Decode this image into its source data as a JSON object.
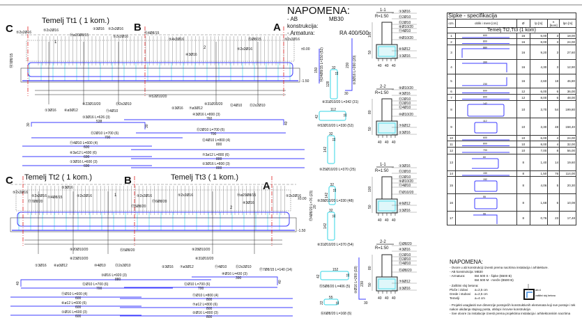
{
  "colors": {
    "rebar": "#3b3bff",
    "stirrup": "#33d6e6",
    "axis": "#e02020",
    "line": "#222222",
    "tie": "#e060e0"
  },
  "napomena_top": {
    "title": "NAPOMENA:",
    "rows": [
      {
        "k": "- AB konstrukcija:",
        "v": "MB30"
      },
      {
        "k": "- Armatura:",
        "v": "RA 400/500"
      }
    ]
  },
  "panel1": {
    "title": "Temelj Tt1 ( 1 kom.)",
    "axes": [
      "C",
      "B",
      "A"
    ],
    "elev_top": "±0.00",
    "elev_bot": "-1.50",
    "labels": [
      "⑤2x2Ø16",
      "⑤2x2Ø16",
      "⑭ø20Ø8/15",
      "③3Ø16",
      "⑤2x2Ø16",
      "⑤2x2Ø16",
      "⑮4Ø8/15",
      "⑤4x2Ø16",
      "④3Ø16",
      "⑤2x2Ø16",
      "⑮Ø8/15",
      "⑤2x2Ø16",
      "⑭7Ø8/15",
      "⑩52Ø10/20",
      "⑧22Ø10/20",
      "⑨31Ø10/20",
      "①3Ø16",
      "⑥ø3Ø12",
      "⑪4Ø10",
      "⑬2x2Ø10",
      "②3Ø16",
      "⑦ø3Ø12",
      "⑫4Ø10",
      "⑬2x2Ø10"
    ],
    "bars": [
      {
        "label": "③3Ø16 L=626 (3)",
        "dim": "538"
      },
      {
        "label": "④3Ø16 L=800 (3)",
        "dim": "760"
      },
      {
        "label": "⑬2Ø10 L=700 (6)",
        "dim": "700"
      },
      {
        "label": "⑬2Ø10 L=700 (6)",
        "dim": "700"
      },
      {
        "label": "⑪4Ø10 L=600 (4)",
        "dim": "600"
      },
      {
        "label": "⑫4Ø10 L=800 (4)",
        "dim": "800"
      },
      {
        "label": "⑥3ø12 L=600 (6)",
        "dim": "600"
      },
      {
        "label": "⑦3ø12 L=800 (6)",
        "dim": "800"
      },
      {
        "label": "①3Ø16 L=600 (3)",
        "dim": "600"
      },
      {
        "label": "②3Ø16 L=800 (3)",
        "dim": "800"
      }
    ],
    "hooks": [
      "30",
      "30",
      "40"
    ],
    "cuts": [
      "1",
      "2"
    ]
  },
  "panel2": {
    "title_left": "Temelj Tt2 ( 1 kom.)",
    "title_right": "Temelj Tt3 ( 1 kom.)",
    "axes": [
      "C",
      "B",
      "A"
    ],
    "elev_top": "±0.00",
    "elev_bot": "-1.50",
    "labels": [
      "⑤2x2Ø16",
      "⑤2x2Ø16",
      "③3Ø16",
      "⑭4Ø8/15",
      "⑰7Ø8/20",
      "⑤2x2Ø16",
      "⑤2x2Ø16",
      "⑰5Ø8/20",
      "⑰6Ø8/20",
      "⑤2x2Ø16",
      "⑭ø29Ø8/15",
      "④3Ø16",
      "⑤2x2Ø16",
      "⑨20Ø10/20",
      "⑮5Ø8/20",
      "⑨28Ø10/20",
      "⑧23Ø10/20",
      "⑧31Ø10/20",
      "①3Ø16",
      "⑥ø3Ø12",
      "⑩4Ø10",
      "⑬2x2Ø10",
      "②3Ø16",
      "⑦ø3Ø12",
      "⑪4Ø10",
      "⑬2x2Ø10",
      "⑰7Ø8/15 L=140 (14)"
    ],
    "bars": [
      {
        "label": "③Ø16 L=920 (3)",
        "dim": "880"
      },
      {
        "label": "④Ø16 L=430 (3)",
        "dim": "390"
      },
      {
        "label": "⑫Ø10 L=700 (6)",
        "dim": "700"
      },
      {
        "label": "⑫Ø10 L=700 (6)",
        "dim": "700"
      },
      {
        "label": "⑪Ø10 L=600 (4)",
        "dim": "600"
      },
      {
        "label": "⑪Ø10 L=800 (4)",
        "dim": "800"
      },
      {
        "label": "⑥ø12 L=600 (6)",
        "dim": "600"
      },
      {
        "label": "⑦ø12 L=800 (6)",
        "dim": "800"
      },
      {
        "label": "①Ø16 L=600 (3)",
        "dim": "600"
      },
      {
        "label": "②Ø16 L=800 (3)",
        "dim": "800"
      }
    ],
    "hooks": [
      "40",
      "40"
    ],
    "cuts": [
      "1",
      "2"
    ]
  },
  "details": {
    "vert_bars": [
      {
        "label": "⑭24Ø8/15 L=150 (52)",
        "dim": "150"
      },
      {
        "label": "⑤3Ø16 L=260 (20)",
        "dim": "230",
        "foot": "30"
      },
      {
        "label": "⑰4Ø8/20 L=76 (23)",
        "dim": "20"
      },
      {
        "label": "⑤Ø16 L=260 (18)",
        "dim": "230",
        "foot": "30"
      }
    ],
    "stirrups": [
      {
        "label": "⑧31Ø10/20 L=342 (31)",
        "w": "32",
        "h": "128",
        "hook": "11"
      },
      {
        "label": "⑩52Ø10/20 L=330 (52)",
        "w": "112",
        "h": "42",
        "hook": "11"
      },
      {
        "label": "⑨25Ø10/20 L=370 (25)",
        "w": "32",
        "h": "142",
        "hook": "11"
      },
      {
        "label": "⑨28Ø10/20 L=330 (48)",
        "w": "32",
        "h": "142",
        "hook": "11"
      },
      {
        "label": "⑧31Ø10/20 L=370 (54)",
        "w": "32",
        "h": "142",
        "hook": "11"
      },
      {
        "label": "⑮5Ø8/20 L=406 (5)",
        "w": "152",
        "h": "42",
        "hook": "11"
      },
      {
        "label": "⑯6Ø8/20 L=168 (6)",
        "w": "55",
        "h": "22",
        "hook": "11"
      }
    ]
  },
  "sections": [
    {
      "name": "1-1",
      "scale": "R=1:50",
      "labels": [
        "③3Ø16",
        "⑬2Ø10",
        "⑬2Ø10",
        "⑧Ø10/20",
        "⑪4Ø10",
        "⑩Ø10/20",
        "⑥6Ø12",
        "①3Ø16"
      ],
      "dims": [
        "40",
        "40",
        "40"
      ],
      "heights": [
        "100",
        "50"
      ]
    },
    {
      "name": "2-2",
      "scale": "R=1:50",
      "labels": [
        "⑨Ø10/20",
        "④3Ø16",
        "⑬2Ø10",
        "⑬2Ø10",
        "⑫4Ø10",
        "⑩Ø10/20",
        "⑦6Ø12",
        "②3Ø16"
      ],
      "dims": [
        "40",
        "40",
        "40"
      ],
      "heights": [
        "80",
        "50"
      ]
    },
    {
      "name": "1-1",
      "scale": "R=1:50",
      "labels": [
        "③3Ø16",
        "⑬2Ø10",
        "⑬2Ø10",
        "⑨Ø10/20",
        "⑪4Ø10",
        "⑰Ø10/20",
        "⑥6Ø12",
        "①3Ø16"
      ],
      "dims": [
        "40",
        "40",
        "40"
      ],
      "heights": [
        "100",
        "50"
      ]
    },
    {
      "name": "2-2",
      "scale": "R=1:50",
      "labels": [
        "⑫Ø8/20",
        "④3Ø16",
        "⑬2Ø10",
        "⑬2Ø10",
        "⑪4Ø10",
        "⑮Ø8/20",
        "⑦6Ø12",
        "②3Ø16"
      ],
      "dims": [
        "40",
        "40",
        "40"
      ],
      "heights": [
        "80",
        "50"
      ]
    }
  ],
  "spec": {
    "title": "Sipke - specifikacija",
    "headers": [
      "ozn.",
      "oblik i mere [cm]",
      "Ø",
      "lp [m]",
      "n [kom]",
      "lpn [m]"
    ],
    "group": "Temelj Tt2,Tt3 (1 kom)",
    "rows": [
      {
        "no": "1",
        "shape": "line",
        "dim": "600",
        "d": "16",
        "lp": "6,00",
        "n": "3",
        "lpn": "18,00"
      },
      {
        "no": "2",
        "shape": "line",
        "dim": "800",
        "d": "16",
        "lp": "8,00",
        "n": "3",
        "lpn": "24,00"
      },
      {
        "no": "3",
        "shape": "hook-left",
        "dim": "880",
        "d": "16",
        "lp": "9,20",
        "n": "3",
        "lpn": "27,60"
      },
      {
        "no": "4",
        "shape": "hook-right",
        "dim": "390",
        "d": "16",
        "lp": "4,30",
        "n": "3",
        "lpn": "12,90"
      },
      {
        "no": "5",
        "shape": "bar-up-right",
        "dim": "230",
        "d": "16",
        "lp": "2,60",
        "n": "18",
        "lpn": "46,80"
      },
      {
        "no": "6",
        "shape": "line",
        "dim": "600",
        "d": "12",
        "lp": "6,00",
        "n": "6",
        "lpn": "36,00"
      },
      {
        "no": "7",
        "shape": "line",
        "dim": "800",
        "d": "12",
        "lp": "8,00",
        "n": "6",
        "lpn": "48,00"
      },
      {
        "no": "8",
        "shape": "stirrup",
        "dim": "142",
        "d": "10",
        "lp": "3,70",
        "n": "54",
        "lpn": "199,80"
      },
      {
        "no": "9",
        "shape": "stirrup-small",
        "dim": "112",
        "d": "10",
        "lp": "3,30",
        "n": "48",
        "lpn": "158,40"
      },
      {
        "no": "10",
        "shape": "line",
        "dim": "600",
        "d": "10",
        "lp": "6,00",
        "n": "4",
        "lpn": "24,00"
      },
      {
        "no": "11",
        "shape": "line",
        "dim": "800",
        "d": "10",
        "lp": "8,00",
        "n": "4",
        "lpn": "32,00"
      },
      {
        "no": "12",
        "shape": "line",
        "dim": "700",
        "d": "10",
        "lp": "7,00",
        "n": "8",
        "lpn": "56,00"
      },
      {
        "no": "13",
        "shape": "u-open",
        "dim": "60",
        "d": "8",
        "lp": "1,40",
        "n": "14",
        "lpn": "19,60"
      },
      {
        "no": "14",
        "shape": "line",
        "dim": "150",
        "d": "8",
        "lp": "1,50",
        "n": "76",
        "lpn": "114,00"
      },
      {
        "no": "15",
        "shape": "stirrup-small",
        "dim": "152",
        "d": "8",
        "lp": "4,06",
        "n": "5",
        "lpn": "20,30"
      },
      {
        "no": "16",
        "shape": "stirrup-small",
        "dim": "55",
        "d": "8",
        "lp": "1,68",
        "n": "6",
        "lpn": "10,08"
      },
      {
        "no": "17",
        "shape": "l-down",
        "dim": "55",
        "d": "8",
        "lp": "0,76",
        "n": "23",
        "lpn": "17,48"
      }
    ]
  },
  "napomena_bottom": {
    "title": "NAPOMENA:",
    "intro": "- Ovore u ab konstrukciji izvesti prema nacrtima instalacija i arhitekture.",
    "rows": [
      {
        "k": "- AB konstrukcija:",
        "v": "MB30"
      },
      {
        "k": "- Armatura:",
        "v": "Bst 500 S - šipke (B500 B)"
      },
      {
        "k": "",
        "v": "Bst 500 M - mreže (B500 B)"
      }
    ],
    "cover_title": "- Zaštitni sloj betona:",
    "cover": [
      {
        "k": "Ploče i zidovi",
        "v": "a=2,5 cm"
      },
      {
        "k": "Grede i stubovi",
        "v": "a=2,5 cm"
      },
      {
        "k": "Temelji",
        "v": "a=4 cm"
      }
    ],
    "detail_labels": [
      "ab=4",
      "zaštitni sloj betona"
    ],
    "notes": [
      "- Projekti usaglasiti sve dimenzije postojećih konstruktivnih elemenata koji sve postoje i tek nakon ukidanja stajnog posta, otklopi i krovne konstrukcije.",
      "- Sve otvore za instalacije izvesti prema projektima instalacija i arhitektonskim nacrtima"
    ]
  }
}
